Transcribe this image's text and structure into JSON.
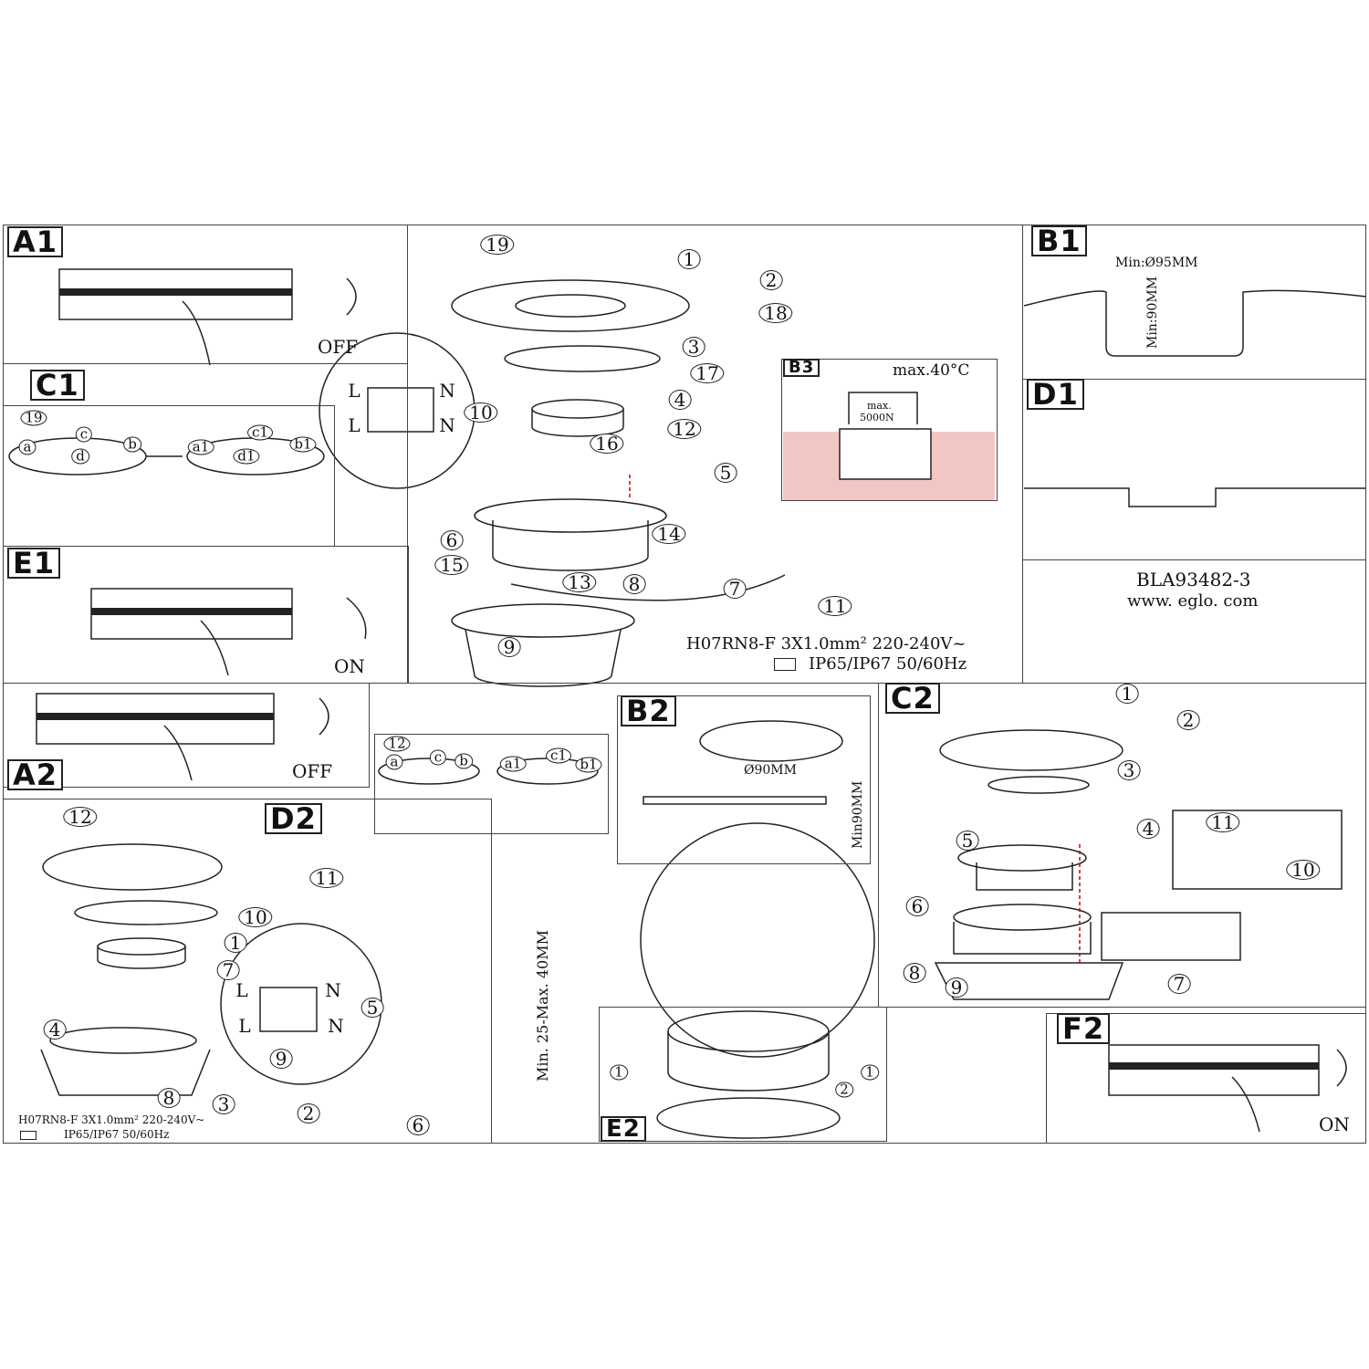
{
  "document": {
    "model": "BLA93482-3",
    "website": "www. eglo. com"
  },
  "panels": {
    "A1": {
      "tag": "A1",
      "state": "OFF"
    },
    "C1": {
      "tag": "C1",
      "callouts": [
        "19",
        "a",
        "c",
        "b",
        "d",
        "a1",
        "c1",
        "b1",
        "d1"
      ]
    },
    "E1": {
      "tag": "E1",
      "state": "ON"
    },
    "A2": {
      "tag": "A2",
      "state": "OFF"
    },
    "F2": {
      "tag": "F2",
      "state": "ON"
    },
    "B1": {
      "tag": "B1",
      "width_label": "Min:Ø95MM",
      "depth_label": "Min:90MM"
    },
    "D1": {
      "tag": "D1"
    },
    "B3": {
      "tag": "B3",
      "temp_label": "max.40°C",
      "load_label_1": "max.",
      "load_label_2": "5000N"
    },
    "B2": {
      "tag": "B2",
      "diameter_label": "Ø90MM",
      "depth_label": "Min90MM",
      "gap_label": "Min. 25-Max. 40MM"
    },
    "E2": {
      "tag": "E2",
      "callouts": [
        "1",
        "1",
        "2"
      ]
    },
    "C2": {
      "tag": "C2",
      "callouts": [
        "1",
        "2",
        "3",
        "4",
        "11",
        "10",
        "5",
        "6",
        "7",
        "8",
        "9"
      ]
    },
    "D2": {
      "tag": "D2",
      "callouts": [
        "12",
        "11",
        "10",
        "1",
        "7",
        "L",
        "N",
        "L",
        "N",
        "5",
        "4",
        "9",
        "8",
        "3",
        "2",
        "6"
      ],
      "spec_line_1": "H07RN8-F 3X1.0mm²  220-240V~",
      "spec_line_2": "IP65/IP67    50/60Hz"
    },
    "C12": {
      "callouts": [
        "12",
        "a",
        "c",
        "b",
        "a1",
        "c1",
        "b1"
      ]
    },
    "center": {
      "callouts": [
        "19",
        "1",
        "2",
        "18",
        "3",
        "17",
        "4",
        "12",
        "16",
        "5",
        "10",
        "6",
        "14",
        "15",
        "13",
        "8",
        "7",
        "11",
        "9",
        "L",
        "N",
        "L",
        "N"
      ],
      "spec_line_1": "H07RN8-F  3X1.0mm²  220-240V~",
      "spec_line_2": "IP65/IP67  50/60Hz"
    }
  }
}
